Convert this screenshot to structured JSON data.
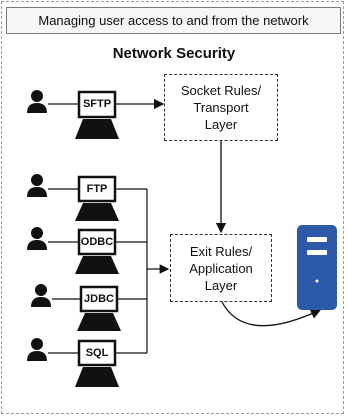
{
  "header": {
    "caption": "Managing user access to and from the network"
  },
  "diagram": {
    "title": "Network Security",
    "socket_box": [
      "Socket Rules/",
      "Transport",
      "Layer"
    ],
    "exit_box": [
      "Exit Rules/",
      "Application",
      "Layer"
    ],
    "terminals": [
      {
        "label": "SFTP"
      },
      {
        "label": "FTP"
      },
      {
        "label": "ODBC"
      },
      {
        "label": "JDBC"
      },
      {
        "label": "SQL"
      }
    ],
    "server": {
      "icon": "server-icon",
      "color": "#2c5aa8"
    },
    "user_icon": "user-icon"
  }
}
